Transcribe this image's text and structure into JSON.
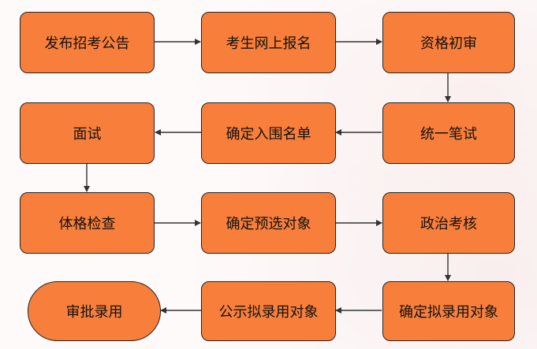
{
  "flowchart": {
    "steps": {
      "publish_notice": "发布招考公告",
      "online_registration": "考生网上报名",
      "initial_review": "资格初审",
      "written_exam": "统一笔试",
      "interview_shortlist": "确定入围名单",
      "interview": "面试",
      "physical_exam": "体格检查",
      "preselect_candidates": "确定预选对象",
      "political_review": "政治考核",
      "finalize_hires": "确定拟录用对象",
      "publicize_hires": "公示拟录用对象",
      "approval": "审批录用"
    }
  },
  "colors": {
    "node_fill": "#f87f3b",
    "node_border": "#222222",
    "arrow": "#333333"
  }
}
